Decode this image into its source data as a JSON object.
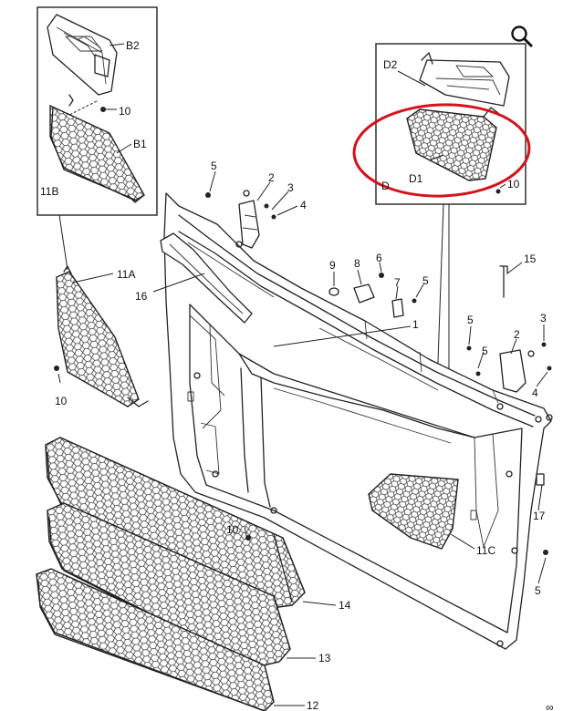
{
  "labels": {
    "B2": "B2",
    "B1": "B1",
    "p10_b": "10",
    "p11B": "11B",
    "D2": "D2",
    "D1": "D1",
    "p10_d": "10",
    "D_cut": "D",
    "p5a": "5",
    "p2a": "2",
    "p3a": "3",
    "p4a": "4",
    "p11A": "11A",
    "p16": "16",
    "p10_left": "10",
    "p9": "9",
    "p8": "8",
    "p6": "6",
    "p7": "7",
    "p5b": "5",
    "p1": "1",
    "p15": "15",
    "p5c": "5",
    "p5d": "5",
    "p2b": "2",
    "p3b": "3",
    "p4b": "4",
    "p17": "17",
    "p11C": "11C",
    "p10_mid": "10",
    "p5e": "5",
    "p14": "14",
    "p13": "13",
    "p12": "12",
    "corner": "∞"
  },
  "colors": {
    "highlight": "#d6121b",
    "ink": "#222222"
  },
  "icons": {
    "zoom": "magnifier-icon"
  }
}
